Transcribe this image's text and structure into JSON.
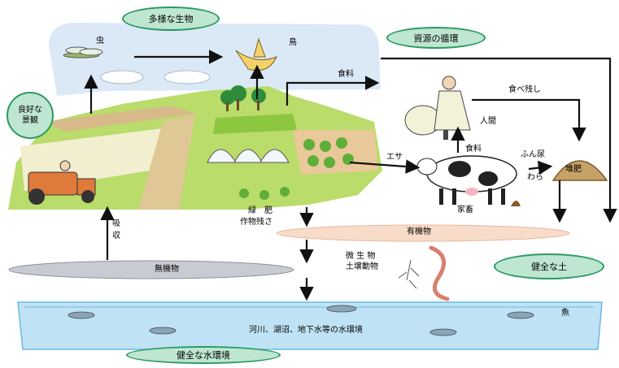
{
  "badges": {
    "diverse_life": "多様な生物",
    "resource_cycle": "資源の循環",
    "healthy_soil": "健全な土",
    "healthy_water": "健全な水環境"
  },
  "labels": {
    "insect": "虫",
    "bird": "鳥",
    "food_top": "食料",
    "good_scenery": "良好な\n景観",
    "leftovers": "食べ残し",
    "human": "人間",
    "food_mid": "食料",
    "feed": "エサ",
    "manure": "ふん尿",
    "straw": "わら",
    "compost": "堆肥",
    "livestock": "家畜",
    "absorb": "吸\n収",
    "green_manure": "緑　肥",
    "crop_residue": "作物残さ",
    "organic_matter": "有機物",
    "microbes": "微 生 物",
    "soil_animals": "土壌動物",
    "inorganic_matter": "無機物",
    "fish": "魚",
    "water_env": "河川、湖沼、地下水等の水環境"
  },
  "colors": {
    "badge_fill": "#bfe6d0",
    "badge_border": "#2a9a63",
    "sky": "#dbe9f7",
    "river": "#bfe3f5",
    "organic_band": "#f8dcc9",
    "inorganic_band": "#c8ccd2",
    "compost": "#c7a266",
    "field_green": "#b9dc6a",
    "field_brown": "#d7b98a",
    "tractor": "#e07a3a"
  }
}
